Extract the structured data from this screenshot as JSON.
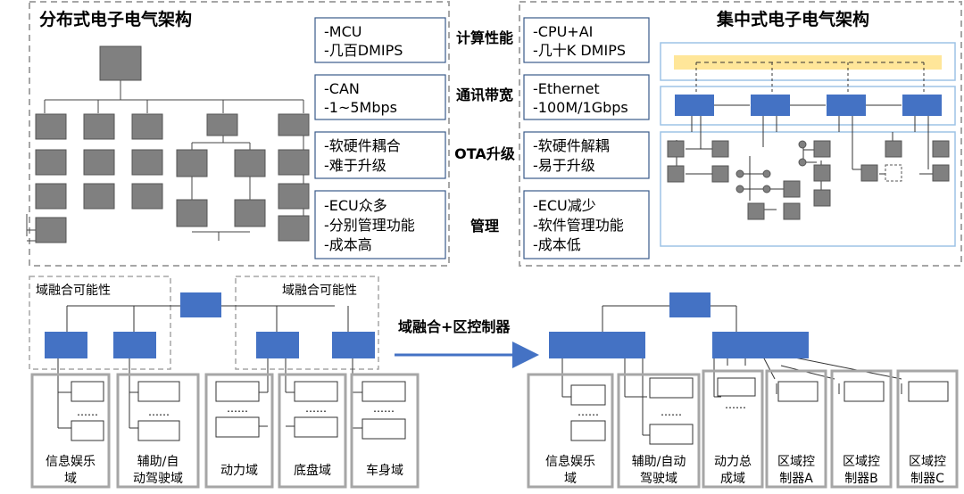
{
  "colors": {
    "node_blue": "#4472c4",
    "node_gray": "#808080",
    "node_stroke_gray": "#555555",
    "bus_yellow": "#ffe699",
    "panel_blue_border": "#9dc3e6",
    "box_border": "#3a5a8a",
    "arrow_blue": "#4472c4",
    "dash_gray": "#a6a6a6",
    "domain_box_border": "#a6a6a6"
  },
  "titles": {
    "distributed": "分布式电子电气架构",
    "centralized": "集中式电子电气架构"
  },
  "comparison": [
    {
      "label": "计算性能",
      "left": [
        "-MCU",
        "-几百DMIPS"
      ],
      "right": [
        "-CPU+AI",
        "-几十K DMIPS"
      ]
    },
    {
      "label": "通讯带宽",
      "left": [
        "-CAN",
        "-1~5Mbps"
      ],
      "right": [
        "-Ethernet",
        "-100M/1Gbps"
      ]
    },
    {
      "label": "OTA升级",
      "left": [
        "-软硬件耦合",
        "-难于升级"
      ],
      "right": [
        "-软硬件解耦",
        "-易于升级"
      ]
    },
    {
      "label": "管理",
      "left": [
        "-ECU众多",
        "-分别管理功能",
        "-成本高"
      ],
      "right": [
        "-ECU减少",
        "-软件管理功能",
        "-成本低"
      ]
    }
  ],
  "bottom_left": {
    "fusion_label_1": "域融合可能性",
    "fusion_label_2": "域融合可能性",
    "ellipsis": "……",
    "domains": [
      "信息娱乐\n域",
      "辅助/自\n动驾驶域",
      "动力域",
      "底盘域",
      "车身域"
    ]
  },
  "arrow_label": "域融合+区控制器",
  "bottom_right": {
    "ellipsis": "……",
    "domains": [
      "信息娱乐\n域",
      "辅助/自动\n驾驶域",
      "动力总\n成域",
      "区域控\n制器A",
      "区域控\n制器B",
      "区域控\n制器C"
    ]
  }
}
